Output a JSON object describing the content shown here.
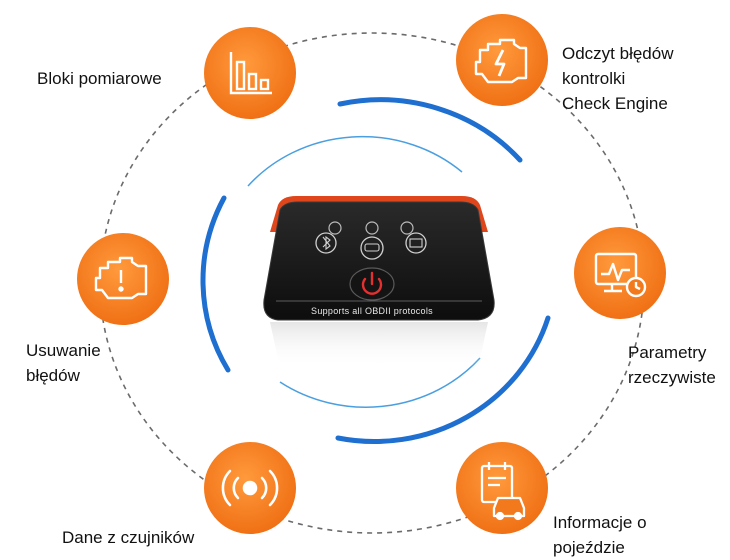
{
  "features": {
    "measurement_blocks": [
      "Bloki pomiarowe"
    ],
    "check_engine": [
      "Odczyt błędów",
      "kontrolki",
      "Check Engine"
    ],
    "clear_errors": [
      "Usuwanie",
      "błędów"
    ],
    "live_parameters": [
      "Parametry",
      "rzeczywiste"
    ],
    "sensor_data": [
      "Dane z czujników"
    ],
    "vehicle_info": [
      "Informacje o",
      "pojeździe"
    ]
  },
  "device": {
    "label": "Supports all OBDII protocols"
  },
  "colors": {
    "accent_orange": "#f47b20",
    "ring_blue": "#1e6fd0",
    "dashed_ring": "#6b6b6b",
    "device_body": "#1a1a1a",
    "device_stripe": "#e0461b"
  },
  "icons": {
    "measurement_blocks": "bar-chart-icon",
    "check_engine": "engine-warning-icon",
    "clear_errors": "engine-icon",
    "live_parameters": "monitor-clock-icon",
    "sensor_data": "sensor-signal-icon",
    "vehicle_info": "car-document-icon"
  }
}
